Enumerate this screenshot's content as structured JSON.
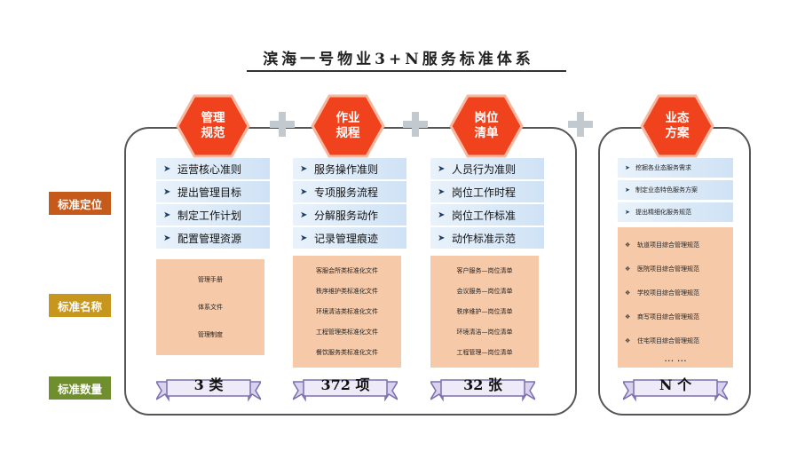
{
  "title": "滨海一号物业3+N服务标准体系",
  "side_labels": [
    {
      "text": "标准定位",
      "color": "#c55a1a"
    },
    {
      "text": "标准名称",
      "color": "#c7961c"
    },
    {
      "text": "标准数量",
      "color": "#6f8e2e"
    }
  ],
  "colors": {
    "hex": "#f0431d",
    "hex_border": "#f6b8a0",
    "plus": "#c2c9cf",
    "ribbon": "#7b6fb0"
  },
  "columns": [
    {
      "hex": "管理\n规范",
      "bullets": [
        "运营核心准则",
        "提出管理目标",
        "制定工作计划",
        "配置管理资源"
      ],
      "names": [
        "管理手册",
        "体系文件",
        "管理制度"
      ],
      "count": "3 类"
    },
    {
      "hex": "作业\n规程",
      "bullets": [
        "服务操作准则",
        "专项服务流程",
        "分解服务动作",
        "记录管理痕迹"
      ],
      "names": [
        "客服会所类标准化文件",
        "秩序维护类标准化文件",
        "环境清洁类标准化文件",
        "工程管理类标准化文件",
        "餐饮服务类标准化文件"
      ],
      "count": "372 项"
    },
    {
      "hex": "岗位\n清单",
      "bullets": [
        "人员行为准则",
        "岗位工作时程",
        "岗位工作标准",
        "动作标准示范"
      ],
      "names": [
        "客户服务—岗位清单",
        "会议服务—岗位清单",
        "秩序维护—岗位清单",
        "环境清洁—岗位清单",
        "工程管理—岗位清单"
      ],
      "count": "32 张"
    }
  ],
  "right_column": {
    "hex": "业态\n方案",
    "bullets": [
      "挖掘各业态服务需求",
      "制定业态特色服务方案",
      "提出精细化服务规范"
    ],
    "names": [
      "轨道项目综合管理规范",
      "医院项目综合管理规范",
      "学校项目综合管理规范",
      "商写项目综合管理规范",
      "住宅项目综合管理规范"
    ],
    "ellipsis": "… …",
    "count": "N 个"
  }
}
